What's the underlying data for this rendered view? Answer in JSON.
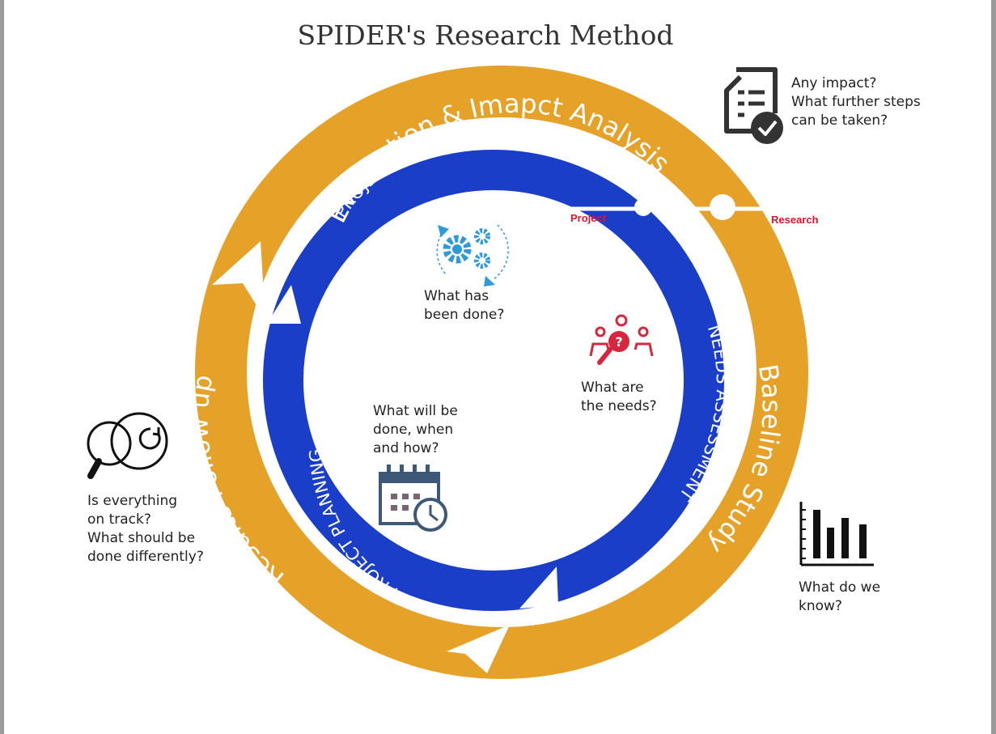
{
  "title": "SPIDER's Research Method",
  "outer_ring": {
    "color": "#E5A128",
    "labels": {
      "evaluation": "Evaluation & Imapct Analysis",
      "baseline": "Baseline Study",
      "follow_up": "Results Follow up"
    }
  },
  "inner_ring": {
    "color": "#1A3EC8",
    "labels": {
      "implementation": "PROJECT IMPLEMENTATION",
      "needs": "NEEDS ASSESSMENT",
      "planning": "PROJECT PLANNING"
    }
  },
  "markers": {
    "color": "#E0142B",
    "project": "Project",
    "research": "Research"
  },
  "questions": {
    "evaluation": "Any impact?\nWhat further steps\ncan be taken?",
    "baseline": "What do we\nknow?",
    "follow_up": "Is everything\non track?\nWhat should be\ndone differently?",
    "implementation": "What has\nbeen done?",
    "needs": "What are\nthe needs?",
    "planning": "What will be\ndone, when\nand how?"
  },
  "icons": {
    "evaluation": "checklist-icon",
    "baseline": "bar-chart-icon",
    "follow_up": "magnifier-refresh-icon",
    "implementation": "gears-icon",
    "needs": "people-question-icon",
    "planning": "calendar-clock-icon"
  }
}
